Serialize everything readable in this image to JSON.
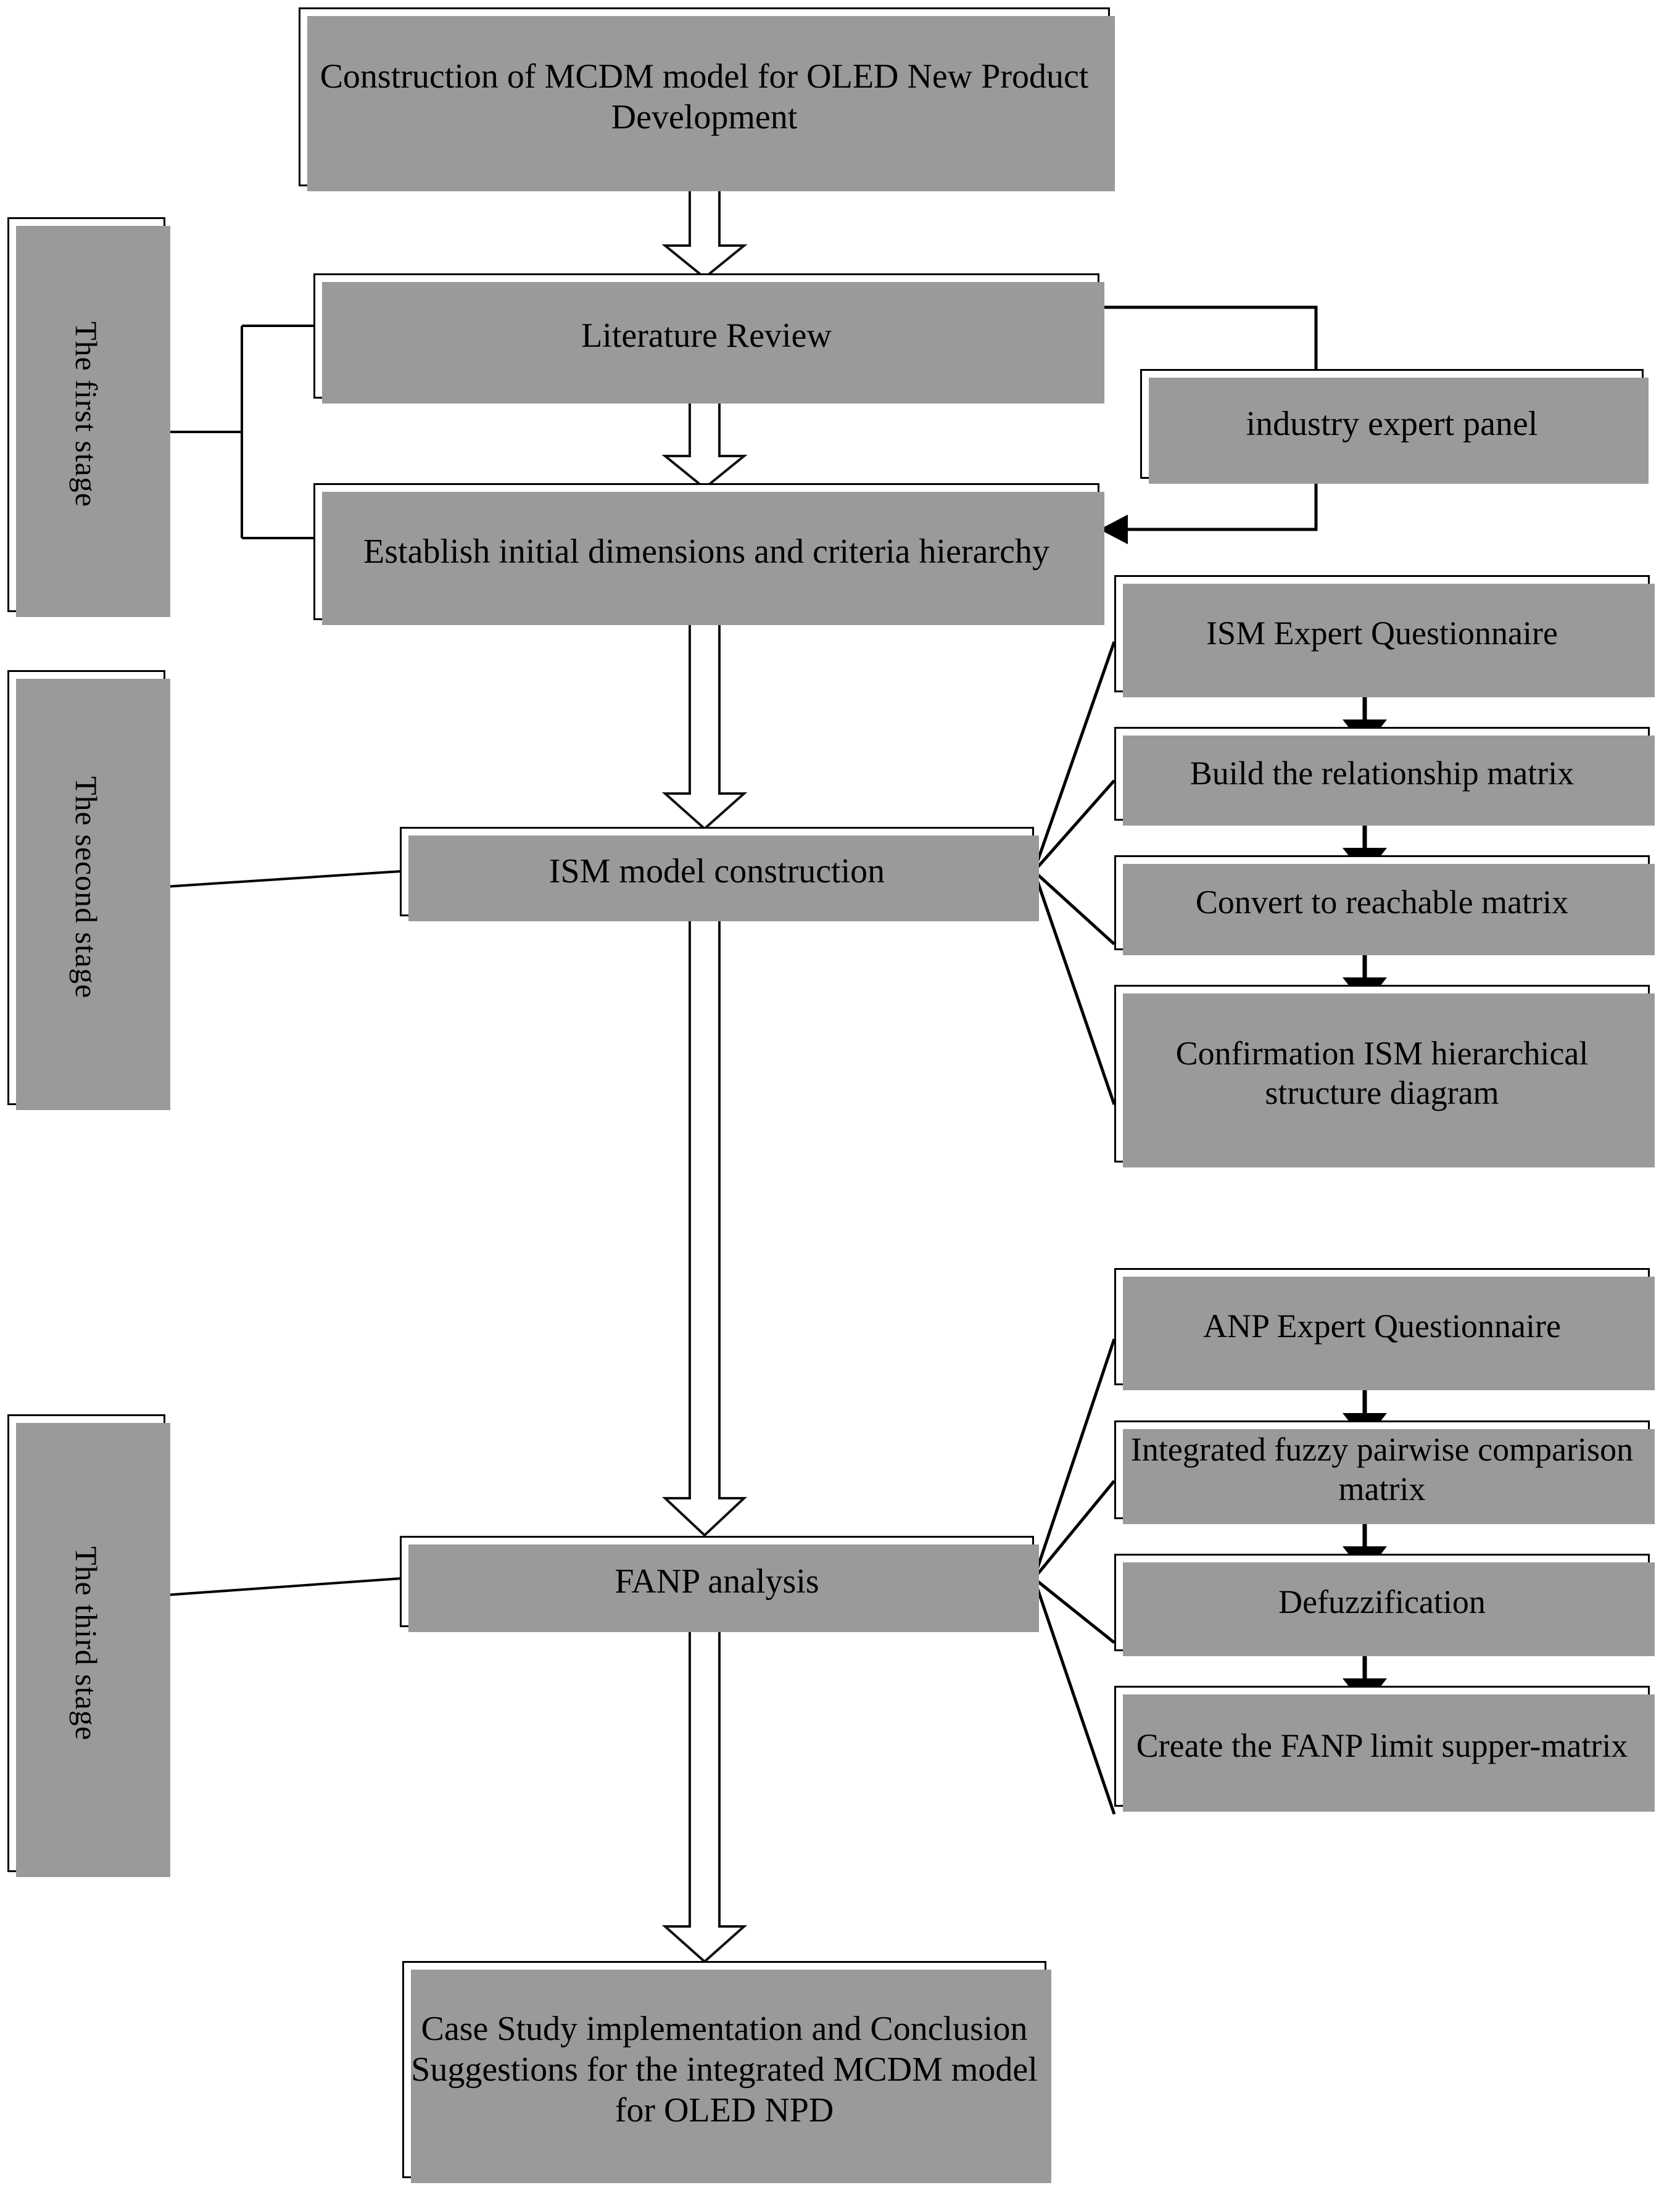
{
  "diagram": {
    "title": "Construction of MCDM model for OLED New Product Development flowchart",
    "line_color": "#000000",
    "shadow_color": "#9a9a9a",
    "background": "#ffffff"
  },
  "main_flow": {
    "top_box": "Construction of MCDM model for OLED New Product Development",
    "literature_review": "Literature Review",
    "establish_criteria": "Establish initial dimensions and criteria hierarchy",
    "ism_model": "ISM model construction",
    "fanp_analysis": "FANP analysis",
    "conclusion": "Case Study implementation and Conclusion Suggestions for the integrated MCDM model for OLED NPD"
  },
  "stages": [
    {
      "label": "The first stage"
    },
    {
      "label": "The second stage"
    },
    {
      "label": "The third stage"
    }
  ],
  "side_inputs": {
    "industry_panel": "industry expert panel"
  },
  "ism_steps": [
    {
      "label": "ISM Expert Questionnaire"
    },
    {
      "label": "Build the relationship matrix"
    },
    {
      "label": "Convert to reachable matrix"
    },
    {
      "label": "Confirmation ISM hierarchical structure diagram"
    }
  ],
  "anp_steps": [
    {
      "label": "ANP Expert Questionnaire"
    },
    {
      "label": "Integrated fuzzy pairwise comparison matrix"
    },
    {
      "label": "Defuzzification"
    },
    {
      "label": "Create the FANP limit supper-matrix"
    }
  ]
}
